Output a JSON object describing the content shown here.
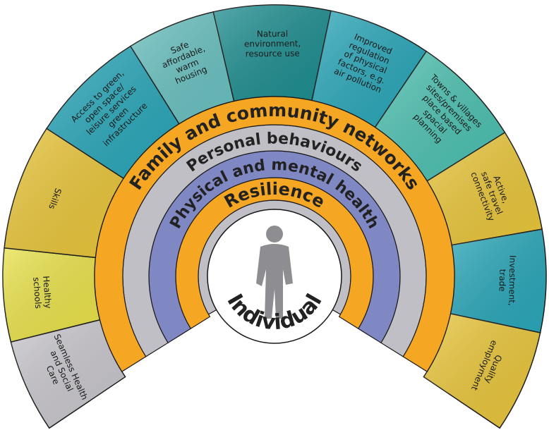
{
  "center": {
    "label": "Individual"
  },
  "rings": [
    {
      "id": "resilience",
      "label": "Resilience",
      "color": "#f5a623"
    },
    {
      "id": "physical-mental-health",
      "label": "Physical and mental health",
      "color": "#8088c4"
    },
    {
      "id": "personal-behaviours",
      "label": "Personal behaviours",
      "color": "#c0bfc6"
    },
    {
      "id": "family-community",
      "label": "Family and community networks",
      "color": "#f5a623"
    }
  ],
  "segments": [
    {
      "id": "seamless-health",
      "lines": [
        "Seamless Health",
        "and Social",
        "Care"
      ],
      "color": "#c8c6cc"
    },
    {
      "id": "healthy-schools",
      "lines": [
        "Healthy",
        "schools"
      ],
      "color": "#e8e14a"
    },
    {
      "id": "skills",
      "lines": [
        "Skills"
      ],
      "color": "#e8c53a"
    },
    {
      "id": "access-green",
      "lines": [
        "Access to green,",
        "open space/",
        "leisure services",
        "green",
        "infrastructure"
      ],
      "color": "#2aa6b8"
    },
    {
      "id": "safe-housing",
      "lines": [
        "Safe",
        "affordable,",
        "warm",
        "housing"
      ],
      "color": "#6ac0c0"
    },
    {
      "id": "natural-environment",
      "lines": [
        "Natural",
        "environment,",
        "resource use"
      ],
      "color": "#1e8d8f"
    },
    {
      "id": "improved-regulation",
      "lines": [
        "Improved",
        "regulation",
        "of physical",
        "factors, e.g.",
        "air pollution"
      ],
      "color": "#2aa6b8"
    },
    {
      "id": "towns-villages",
      "lines": [
        "Towns & villages",
        "sites/premises",
        "place based",
        "spacial",
        "planning"
      ],
      "color": "#4cc0b0"
    },
    {
      "id": "active-travel",
      "lines": [
        "Active,",
        "safe travel",
        "connectivity"
      ],
      "color": "#e8c53a"
    },
    {
      "id": "investment-trade",
      "lines": [
        "Investment,",
        "trade"
      ],
      "color": "#2aa6b8"
    },
    {
      "id": "quality-employment",
      "lines": [
        "Quality",
        "employment"
      ],
      "color": "#e8c53a"
    }
  ]
}
